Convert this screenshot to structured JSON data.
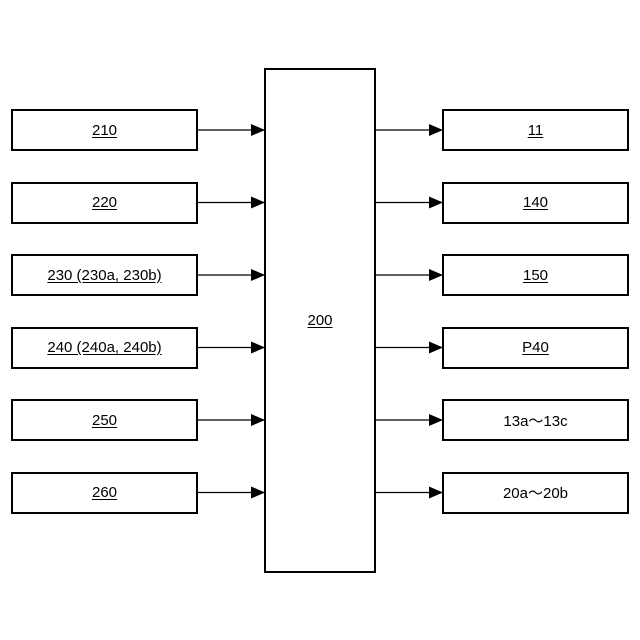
{
  "center": {
    "label": "200",
    "underlined": true
  },
  "inputs": [
    {
      "label": "210",
      "underlined": true
    },
    {
      "label": "220",
      "underlined": true
    },
    {
      "label": "230 (230a, 230b)",
      "underlined": true
    },
    {
      "label": "240 (240a, 240b)",
      "underlined": true
    },
    {
      "label": "250",
      "underlined": true
    },
    {
      "label": "260",
      "underlined": true
    }
  ],
  "outputs": [
    {
      "label": "11",
      "underlined": true
    },
    {
      "label": "140",
      "underlined": true
    },
    {
      "label": "150",
      "underlined": true
    },
    {
      "label": "P40",
      "underlined": true
    },
    {
      "label": "13a～13c",
      "underlined": false
    },
    {
      "label": "20a～20b",
      "underlined": false
    }
  ]
}
